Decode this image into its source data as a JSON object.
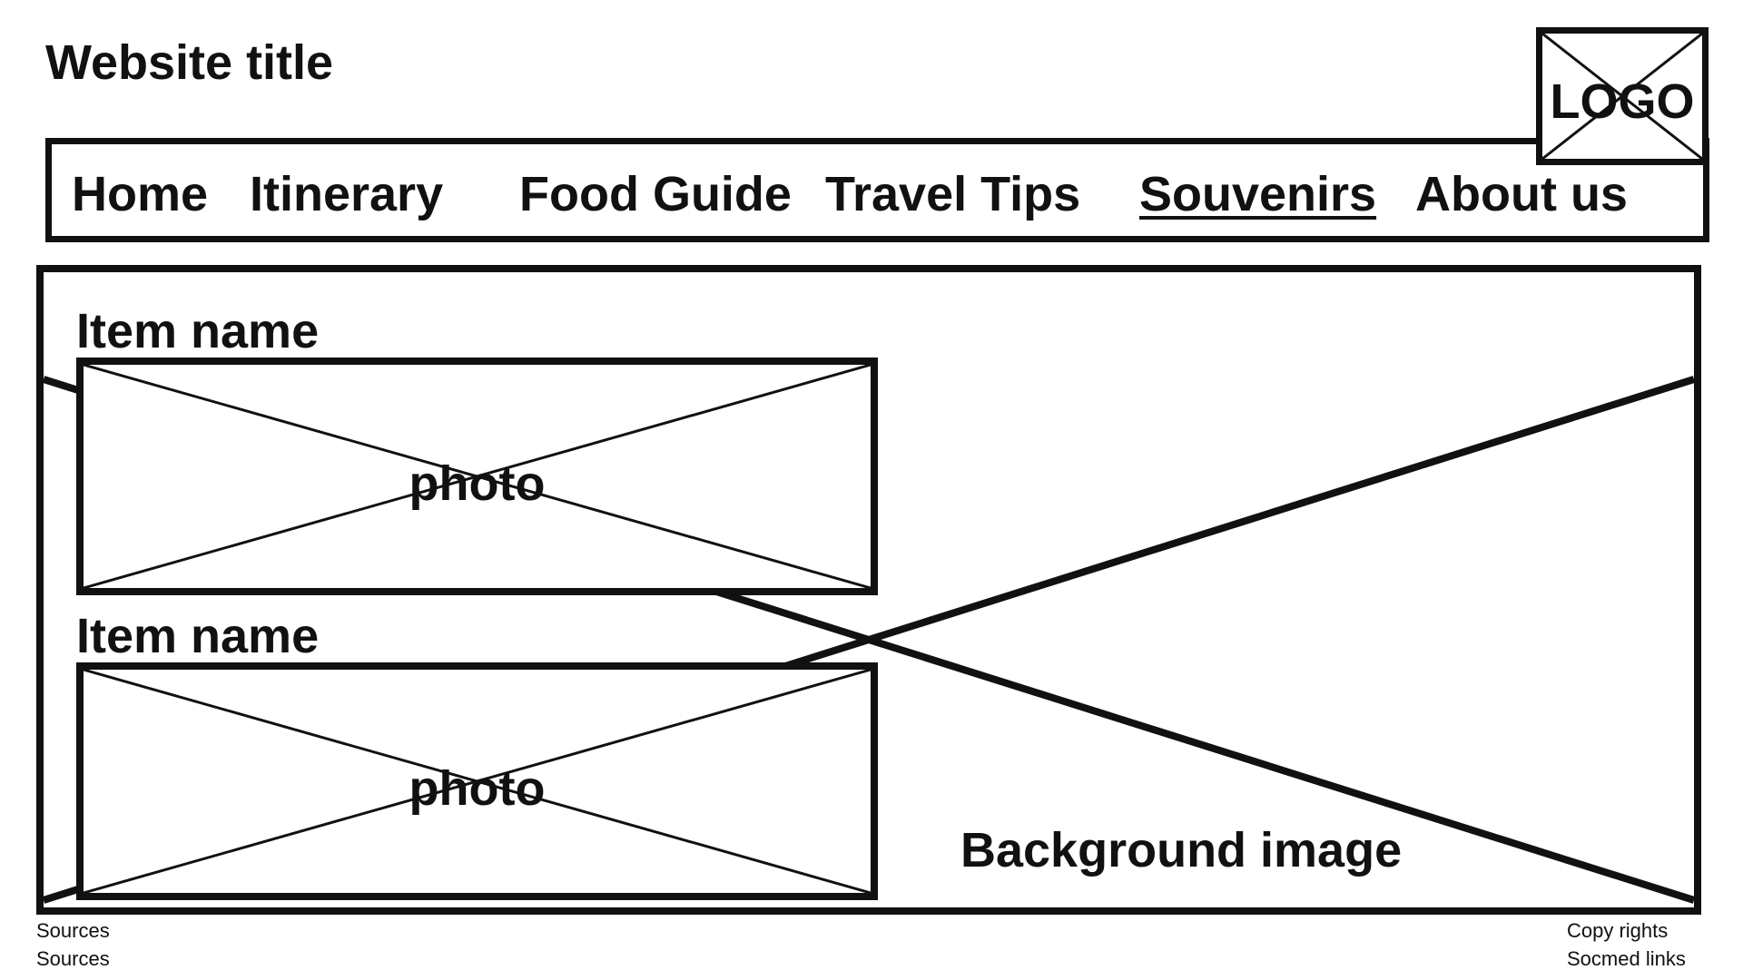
{
  "header": {
    "site_title": "Website title",
    "logo_text": "LOGO"
  },
  "nav": {
    "items": [
      {
        "label": "Home"
      },
      {
        "label": "Itinerary"
      },
      {
        "label": "Food Guide"
      },
      {
        "label": "Travel Tips"
      },
      {
        "label": "Souvenirs",
        "active": true
      },
      {
        "label": "About us"
      }
    ]
  },
  "main": {
    "items": [
      {
        "name": "Item name",
        "photo_label": "photo"
      },
      {
        "name": "Item name",
        "photo_label": "photo"
      }
    ],
    "background_label": "Background image"
  },
  "footer": {
    "left": [
      "Sources",
      "Sources"
    ],
    "right": [
      "Copy rights",
      "Socmed links"
    ]
  }
}
